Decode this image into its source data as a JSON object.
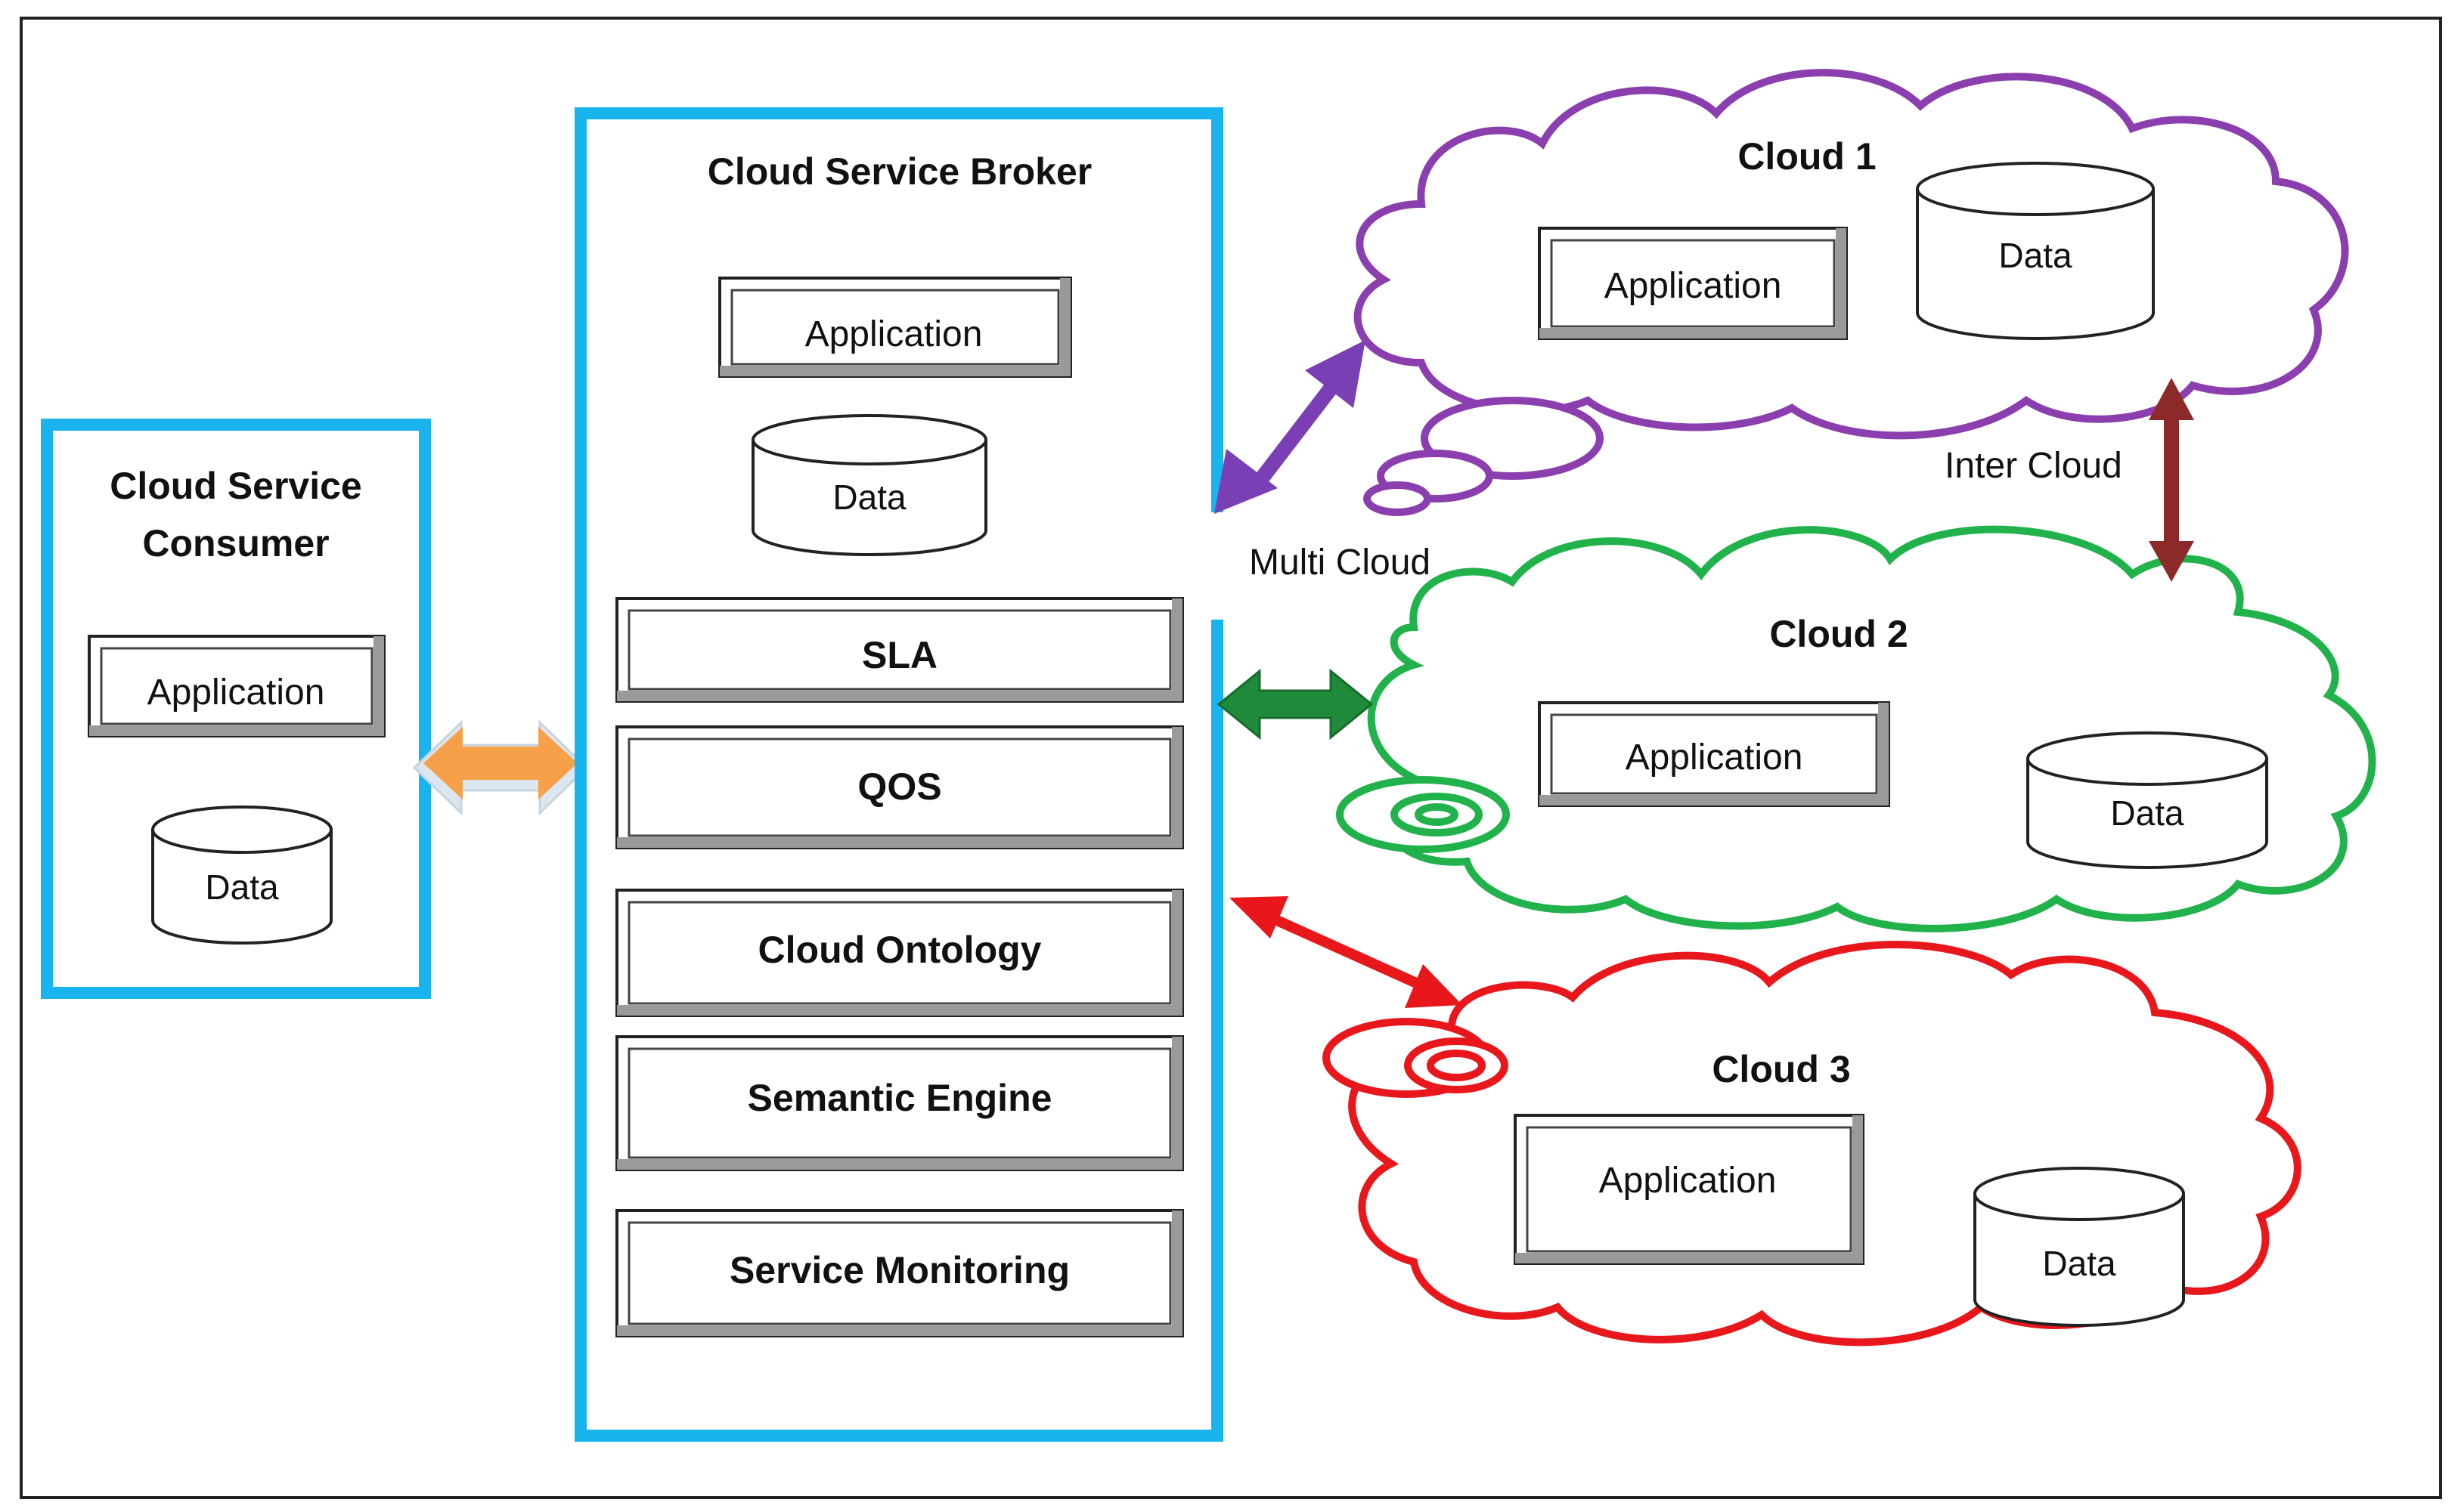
{
  "consumer": {
    "title_line1": "Cloud Service",
    "title_line2": "Consumer",
    "application_label": "Application",
    "data_label": "Data"
  },
  "broker": {
    "title": "Cloud Service Broker",
    "application_label": "Application",
    "data_label": "Data",
    "modules": [
      "SLA",
      "QOS",
      "Cloud Ontology",
      "Semantic Engine",
      "Service Monitoring"
    ]
  },
  "clouds": [
    {
      "title": "Cloud 1",
      "application_label": "Application",
      "data_label": "Data",
      "color": "#8b3fae"
    },
    {
      "title": "Cloud 2",
      "application_label": "Application",
      "data_label": "Data",
      "color": "#22b24c"
    },
    {
      "title": "Cloud 3",
      "application_label": "Application",
      "data_label": "Data",
      "color": "#e8171c"
    }
  ],
  "labels": {
    "multi_cloud": "Multi Cloud",
    "inter_cloud": "Inter Cloud"
  },
  "colors": {
    "panel_border": "#19b4ee",
    "consumer_arrow": "#f7a04a",
    "cloud1_arrow": "#7b3fb5",
    "cloud2_arrow": "#1f8a3a",
    "cloud3_arrow": "#e8171c",
    "inter_cloud_arrow": "#8c2a2a"
  }
}
